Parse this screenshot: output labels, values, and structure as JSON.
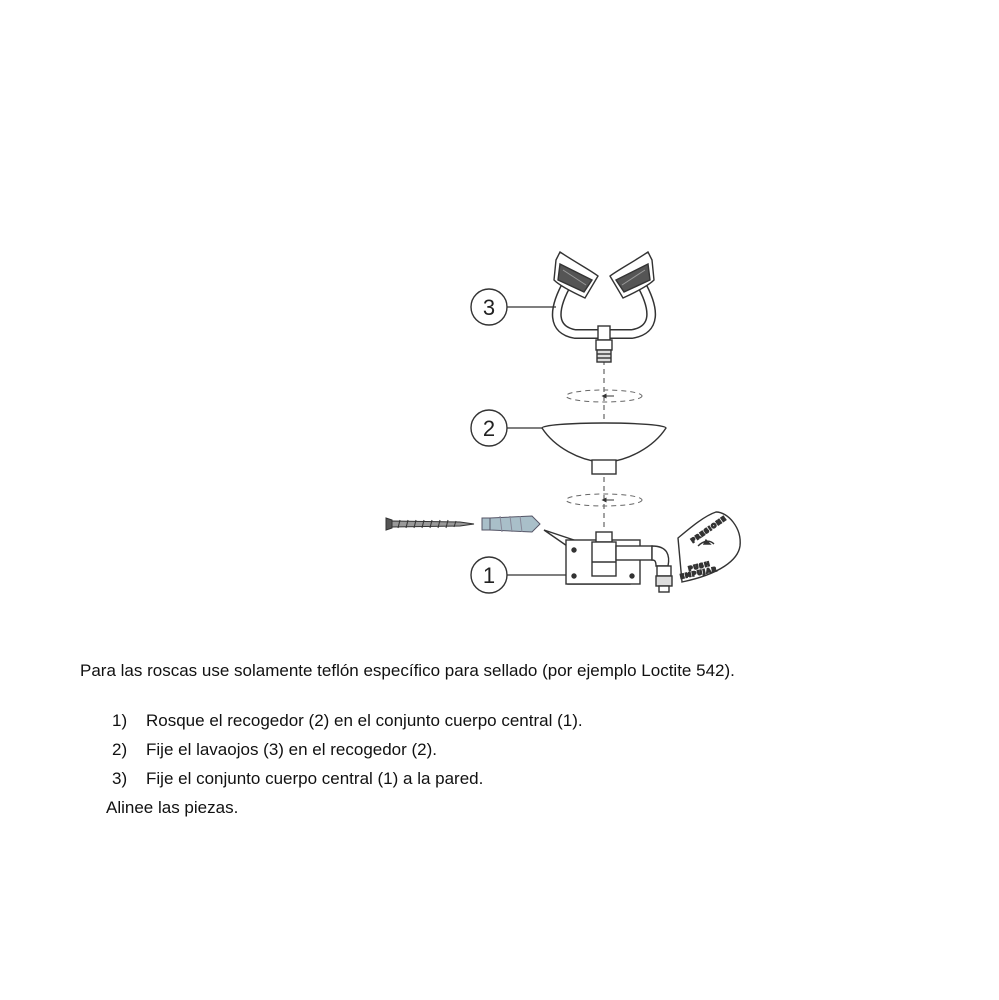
{
  "diagram": {
    "callouts": [
      {
        "label": "3"
      },
      {
        "label": "2"
      },
      {
        "label": "1"
      }
    ],
    "stamp": {
      "line1": "PRESIONE",
      "line2": "PUSH",
      "line3": "EMPUJAR"
    }
  },
  "intro": "Para las roscas use solamente teflón específico para sellado (por ejemplo Loctite 542).",
  "steps": [
    {
      "num": "1)",
      "text": "Rosque el recogedor (2) en el conjunto cuerpo central (1)."
    },
    {
      "num": "2)",
      "text": "Fije el lavaojos (3) en el recogedor (2)."
    },
    {
      "num": "3)",
      "text": "Fije el conjunto cuerpo central (1) a la pared."
    }
  ],
  "closing": "Alinee las piezas."
}
